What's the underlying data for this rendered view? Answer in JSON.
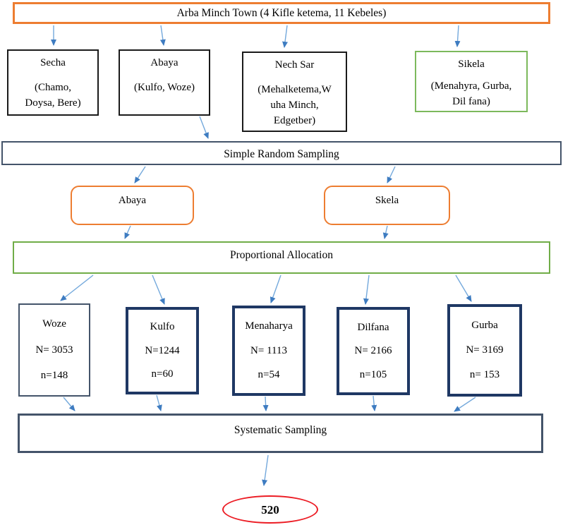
{
  "colors": {
    "orange_border": "#ED7D31",
    "green_border": "#70AD47",
    "light_green_border": "#7CB95C",
    "slate_border": "#44546A",
    "navy_border": "#1F3864",
    "black_border": "#1A1A1A",
    "arrow_line_blue": "#74A9DC",
    "arrowhead_blue": "#3E7CC1",
    "red_ellipse": "#EC1C24"
  },
  "root": {
    "label": "Arba Minch Town (4 Kifle ketema, 11 Kebeles)"
  },
  "kifle_ketema": [
    {
      "name": "Secha",
      "kebeles": "(Chamo,\nDoysa, Bere)"
    },
    {
      "name": "Abaya",
      "kebeles": "(Kulfo, Woze)"
    },
    {
      "name": "Nech Sar",
      "kebeles": "(Mehalketema,W\nuha Minch,\nEdgetber)"
    },
    {
      "name": "Sikela",
      "kebeles": "(Menahyra, Gurba,\nDil fana)"
    }
  ],
  "stage_simple_random": {
    "label": "Simple Random Sampling"
  },
  "selected_kifle": [
    {
      "name": "Abaya"
    },
    {
      "name": "Skela"
    }
  ],
  "stage_proportional": {
    "label": "Proportional Allocation"
  },
  "kebeles": [
    {
      "name": "Woze",
      "population": "N= 3053",
      "sample": "n=148"
    },
    {
      "name": "Kulfo",
      "population": "N=1244",
      "sample": "n=60"
    },
    {
      "name": "Menaharya",
      "population": "N= 1113",
      "sample": "n=54"
    },
    {
      "name": "Dilfana",
      "population": "N= 2166",
      "sample": "n=105"
    },
    {
      "name": "Gurba",
      "population": "N= 3169",
      "sample": "n= 153"
    }
  ],
  "stage_systematic": {
    "label": "Systematic Sampling"
  },
  "total_sample": {
    "value": "520"
  }
}
